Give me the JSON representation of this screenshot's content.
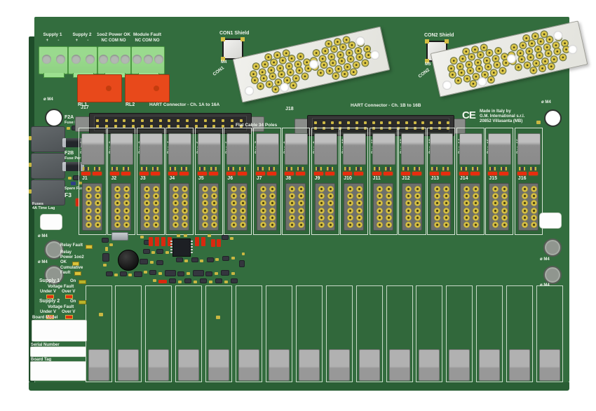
{
  "colors": {
    "board_green": "#336d3e",
    "edge_green": "#1e4c29",
    "silkscreen": "#eff4ec",
    "relay_orange": "#e8491b",
    "terminal_green": "#8fd283",
    "gold_pad": "#d5bf45",
    "led_red": "#e82c0e",
    "led_yellow": "#d9c33b"
  },
  "top_terminals": [
    {
      "label": "Supply 1",
      "sublabel": "+        -",
      "pins": 2
    },
    {
      "label": "Supply 2",
      "sublabel": "+        -",
      "pins": 2
    },
    {
      "label": "1oo2 Power OK",
      "sublabel": "NC COM NO",
      "pins": 3
    },
    {
      "label": "Module Fault",
      "sublabel": "NC COM NO",
      "pins": 3
    }
  ],
  "relays": {
    "rl1": "RL1",
    "rl2": "RL2"
  },
  "hart": {
    "j17": "J17",
    "j18": "J18",
    "label_a": "HART Connector - Ch. 1A to 16A",
    "label_b": "HART Connector - Ch. 1B to 16B",
    "flat_cable": "Flat Cable 34 Poles"
  },
  "shields": {
    "con1_title": "CON1 Shield",
    "con1_ref": "M4",
    "con1_name": "CON1",
    "con2_title": "CON2 Shield",
    "con2_ref": "M5",
    "con2_name": "CON2"
  },
  "maker": {
    "ce": "CE",
    "line1": "Made in Italy by",
    "line2": "G.M. International s.r.l.",
    "line3": "20852 Villasanta (MB)"
  },
  "fuses": {
    "f2a": "F2A",
    "f2a_sub": "Fuse Per 1",
    "f2b": "F2B",
    "f2b_sub": "Fuse Per 2",
    "spare": "Spare Fuse",
    "f3": "F3",
    "note": "Fuses\n4A Time Lag"
  },
  "status": {
    "relay_fault": "Relay Fault",
    "relay_power": "Relay\nPower 1oo2\nOK",
    "cumulative": "Cumulative\nFault"
  },
  "supplies": [
    {
      "title": "Supply 1",
      "on": "On",
      "vf": "Voltage Fault",
      "uv": "Under V",
      "ov": "Over V"
    },
    {
      "title": "Supply 2",
      "on": "On",
      "vf": "Voltage Fault",
      "uv": "Under V",
      "ov": "Over V"
    }
  ],
  "stickers": {
    "board_model": "Board Model",
    "serial_number": "Serial Number",
    "board_tag": "Board Tag"
  },
  "mount": {
    "label": "ø M4"
  },
  "channels": {
    "pos": [
      "Pos. 1",
      "Pos. 2",
      "Pos. 3",
      "Pos. 4",
      "Pos. 5",
      "Pos. 6",
      "Pos. 7",
      "Pos. 8",
      "Pos. 9",
      "Pos. 10",
      "Pos. 11",
      "Pos. 12",
      "Pos. 13",
      "Pos. 14",
      "Pos. 15",
      "Pos. 16"
    ],
    "j": [
      "J1",
      "J2",
      "J3",
      "J4",
      "J5",
      "J6",
      "J7",
      "J8",
      "J9",
      "J10",
      "J11",
      "J12",
      "J13",
      "J14",
      "J15",
      "J16"
    ]
  }
}
